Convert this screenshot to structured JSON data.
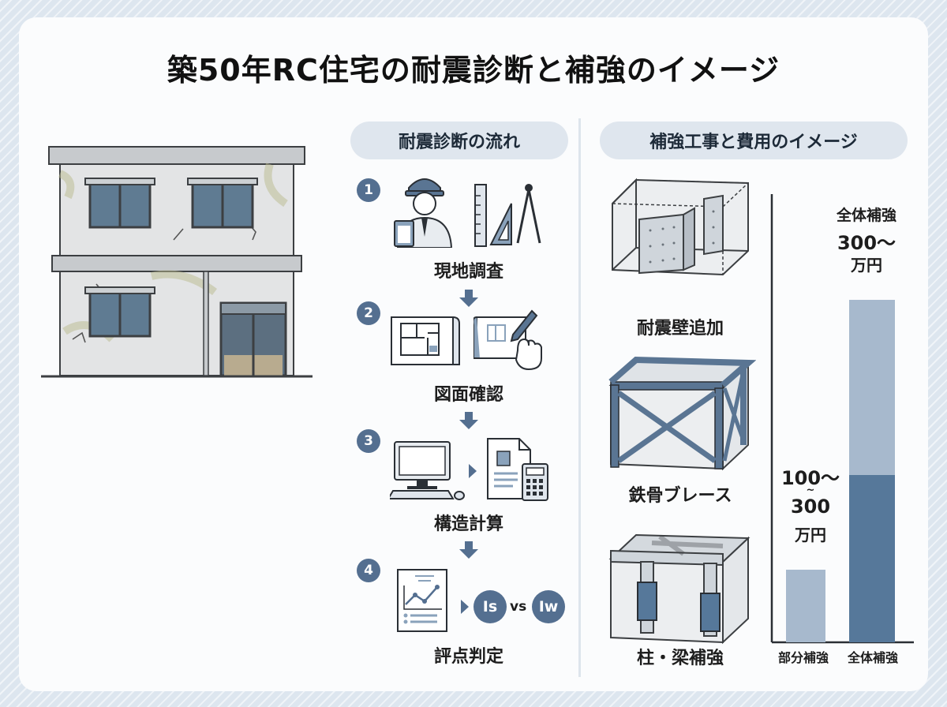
{
  "title": "築50年RC住宅の耐震診断と補強のイメージ",
  "flow": {
    "header": "耐震診断の流れ",
    "steps": [
      {
        "num": "1",
        "label": "現地調査",
        "icons": [
          "worker-with-clipboard-icon",
          "ruler-triangle-compass-icon"
        ]
      },
      {
        "num": "2",
        "label": "図面確認",
        "icons": [
          "floor-plan-icon",
          "drawing-hand-pen-icon"
        ]
      },
      {
        "num": "3",
        "label": "構造計算",
        "icons": [
          "computer-icon",
          "document-calculator-icon"
        ]
      },
      {
        "num": "4",
        "label": "評点判定",
        "icons": [
          "report-chart-icon"
        ],
        "compare": {
          "left": "Is",
          "vs": "vs",
          "right": "Iw"
        }
      }
    ]
  },
  "retrofit": {
    "header": "補強工事と費用のイメージ",
    "methods": [
      {
        "label": "耐震壁追加",
        "icon": "shear-wall-icon"
      },
      {
        "label": "鉄骨ブレース",
        "icon": "steel-brace-icon"
      },
      {
        "label": "柱・梁補強",
        "icon": "column-beam-jacket-icon"
      }
    ]
  },
  "chart_data": {
    "type": "bar",
    "categories": [
      "部分補強",
      "全体補強"
    ],
    "unit": "万円",
    "ranges": [
      {
        "category": "部分補強",
        "min": 100,
        "max": 300,
        "label_lines": [
          "100〜",
          "~",
          "300",
          "万円"
        ]
      },
      {
        "category": "全体補強",
        "min": 300,
        "max": null,
        "heading": "全体補強",
        "label_lines": [
          "300〜",
          "万円"
        ]
      }
    ],
    "colors": {
      "light": "#a7b9cd",
      "dark": "#56789a"
    }
  }
}
